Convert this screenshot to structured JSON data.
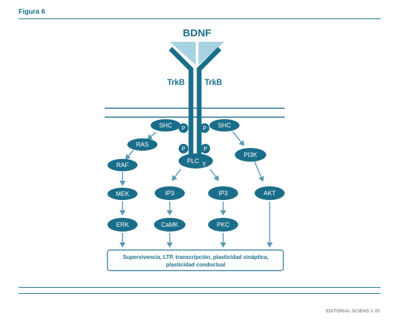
{
  "figure_label": "Figura 6",
  "footer": "EDITORIAL SCIENS // 25",
  "ligand": "BDNF",
  "receptor_left": "TrkB",
  "receptor_right": "TrkB",
  "nodes": {
    "shc_left": "SHC",
    "shc_right": "SHC",
    "p1": "P",
    "p2": "P",
    "p3": "P",
    "p4": "P",
    "ras": "RAS",
    "raf": "RAF",
    "mek": "MEK",
    "erk": "ERK",
    "plc": "PLC",
    "plc_sub": "γ",
    "ip3_left": "IP3",
    "ip3_right": "IP3",
    "camk": "CaMK",
    "pkc": "PKC",
    "pi3k": "PI3K",
    "akt": "AKT"
  },
  "outcome": {
    "line1": "Supervivencia, LTP, transcripción, plasticidad sináptica,",
    "line2": "plasticidad conductual"
  },
  "colors": {
    "primary": "#1b6e8a",
    "light": "#a8d3e3",
    "arrow": "#5a9bb4"
  }
}
